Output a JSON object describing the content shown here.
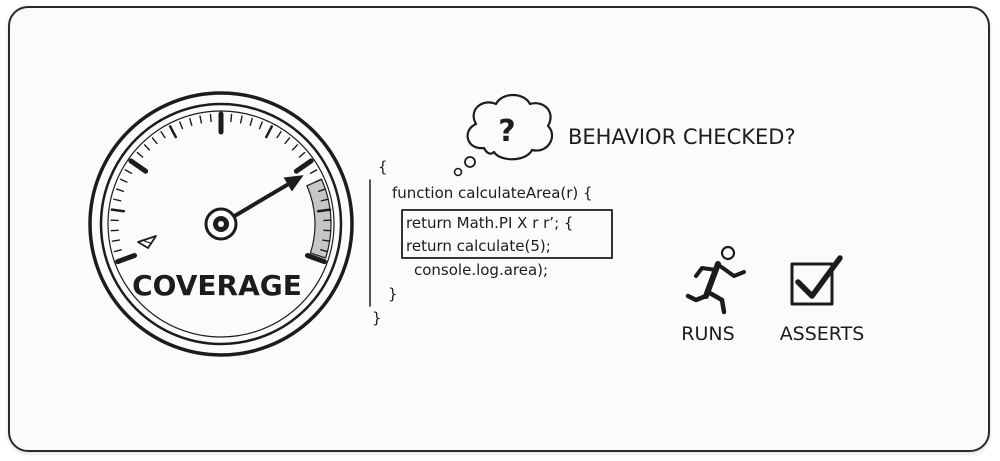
{
  "gauge": {
    "label": "COVERAGE",
    "needle_fraction": 0.77,
    "icon": "gauge-icon"
  },
  "thought": {
    "symbol": "?",
    "icon": "thought-bubble-icon"
  },
  "heading": "BEHAVIOR CHECKED?",
  "code": {
    "open_brace": "{",
    "lines": [
      "function calculateArea(r) {",
      "return Math.PI X r rʼ; {",
      "return calculate(5);",
      "console.log.area);",
      "}"
    ],
    "close_brace": "}"
  },
  "runs": {
    "label": "RUNS",
    "icon": "running-person-icon"
  },
  "asserts": {
    "label": "ASSERTS",
    "icon": "checkbox-check-icon"
  }
}
